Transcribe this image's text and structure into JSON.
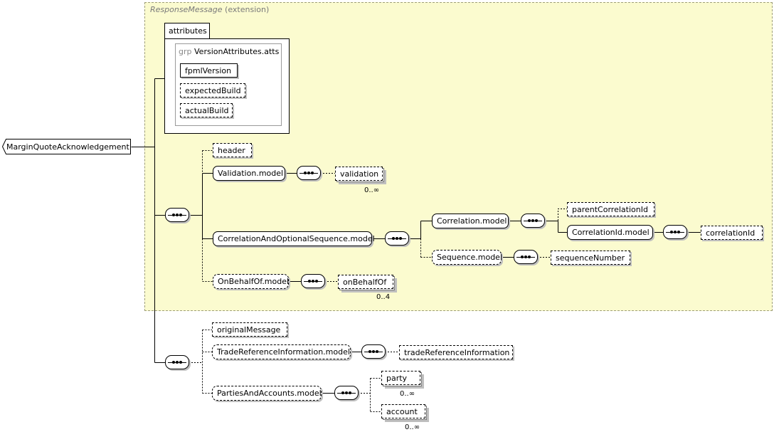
{
  "extension": {
    "base": "ResponseMessage",
    "suffix": "(extension)"
  },
  "root": {
    "label": "MarginQuoteAcknowledgement"
  },
  "attributes": {
    "tab_label": "attributes",
    "group_prefix": "grp",
    "group_name": "VersionAttributes.atts",
    "items": [
      "fpmlVersion",
      "expectedBuild",
      "actualBuild"
    ]
  },
  "nodes": {
    "header": "header",
    "validation_model": "Validation.model",
    "validation": "validation",
    "validation_card": "0..∞",
    "corr_opt_seq_model": "CorrelationAndOptionalSequence.model",
    "correlation_model": "Correlation.model",
    "parent_correlation_id": "parentCorrelationId",
    "correlation_id_model": "CorrelationId.model",
    "correlation_id": "correlationId",
    "sequence_model": "Sequence.model",
    "sequence_number": "sequenceNumber",
    "on_behalf_of_model": "OnBehalfOf.model",
    "on_behalf_of": "onBehalfOf",
    "on_behalf_of_card": "0..4",
    "original_message": "originalMessage",
    "trade_ref_info_model": "TradeReferenceInformation.model",
    "trade_ref_info": "tradeReferenceInformation",
    "parties_accounts_model": "PartiesAndAccounts.model",
    "party": "party",
    "party_card": "0..∞",
    "account": "account",
    "account_card": "0..∞"
  }
}
